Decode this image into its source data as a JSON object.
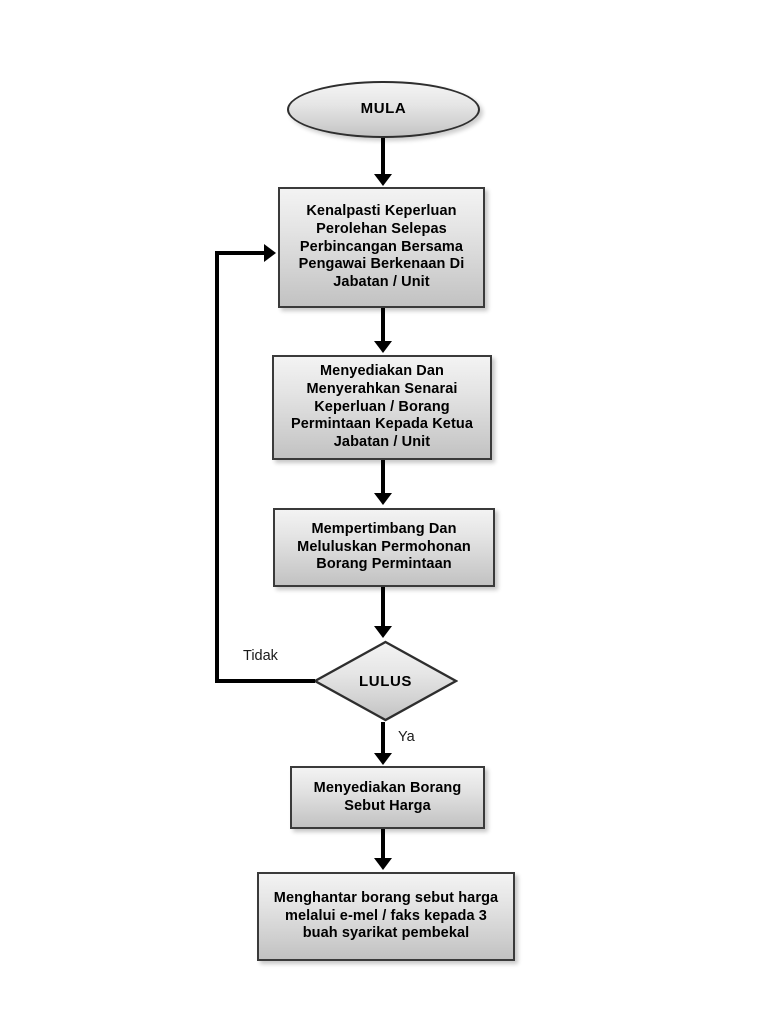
{
  "document": {
    "title": "Carta Alir Perolehan",
    "language": "ms",
    "background_color": "#ffffff"
  },
  "theme": {
    "shape_fill_top": "#f3f3f3",
    "shape_fill_bottom": "#c2c2c2",
    "shape_border": "#3a3a3a",
    "connector_color": "#000000",
    "text_color": "#000000",
    "branch_label_color": "#1a1a1a"
  },
  "flowchart": {
    "nodes": {
      "start": {
        "type": "terminator",
        "label": "MULA"
      },
      "step1": {
        "type": "process",
        "lines": [
          "Kenalpasti Keperluan",
          "Perolehan Selepas",
          "Perbincangan Bersama",
          "Pengawai Berkenaan Di",
          "Jabatan / Unit"
        ]
      },
      "step2": {
        "type": "process",
        "lines": [
          "Menyediakan Dan",
          "Menyerahkan Senarai",
          "Keperluan / Borang",
          "Permintaan Kepada Ketua",
          "Jabatan / Unit"
        ]
      },
      "step3": {
        "type": "process",
        "lines": [
          "Mempertimbang Dan",
          "Meluluskan Permohonan",
          "Borang Permintaan"
        ]
      },
      "decision": {
        "type": "decision",
        "label": "LULUS"
      },
      "step4": {
        "type": "process",
        "lines": [
          "Menyediakan Borang",
          "Sebut Harga"
        ]
      },
      "step5": {
        "type": "process",
        "lines": [
          "Menghantar borang sebut harga",
          "melalui e-mel / faks kepada 3",
          "buah syarikat pembekal"
        ]
      }
    },
    "branch_labels": {
      "no": "Tidak",
      "yes": "Ya"
    }
  }
}
